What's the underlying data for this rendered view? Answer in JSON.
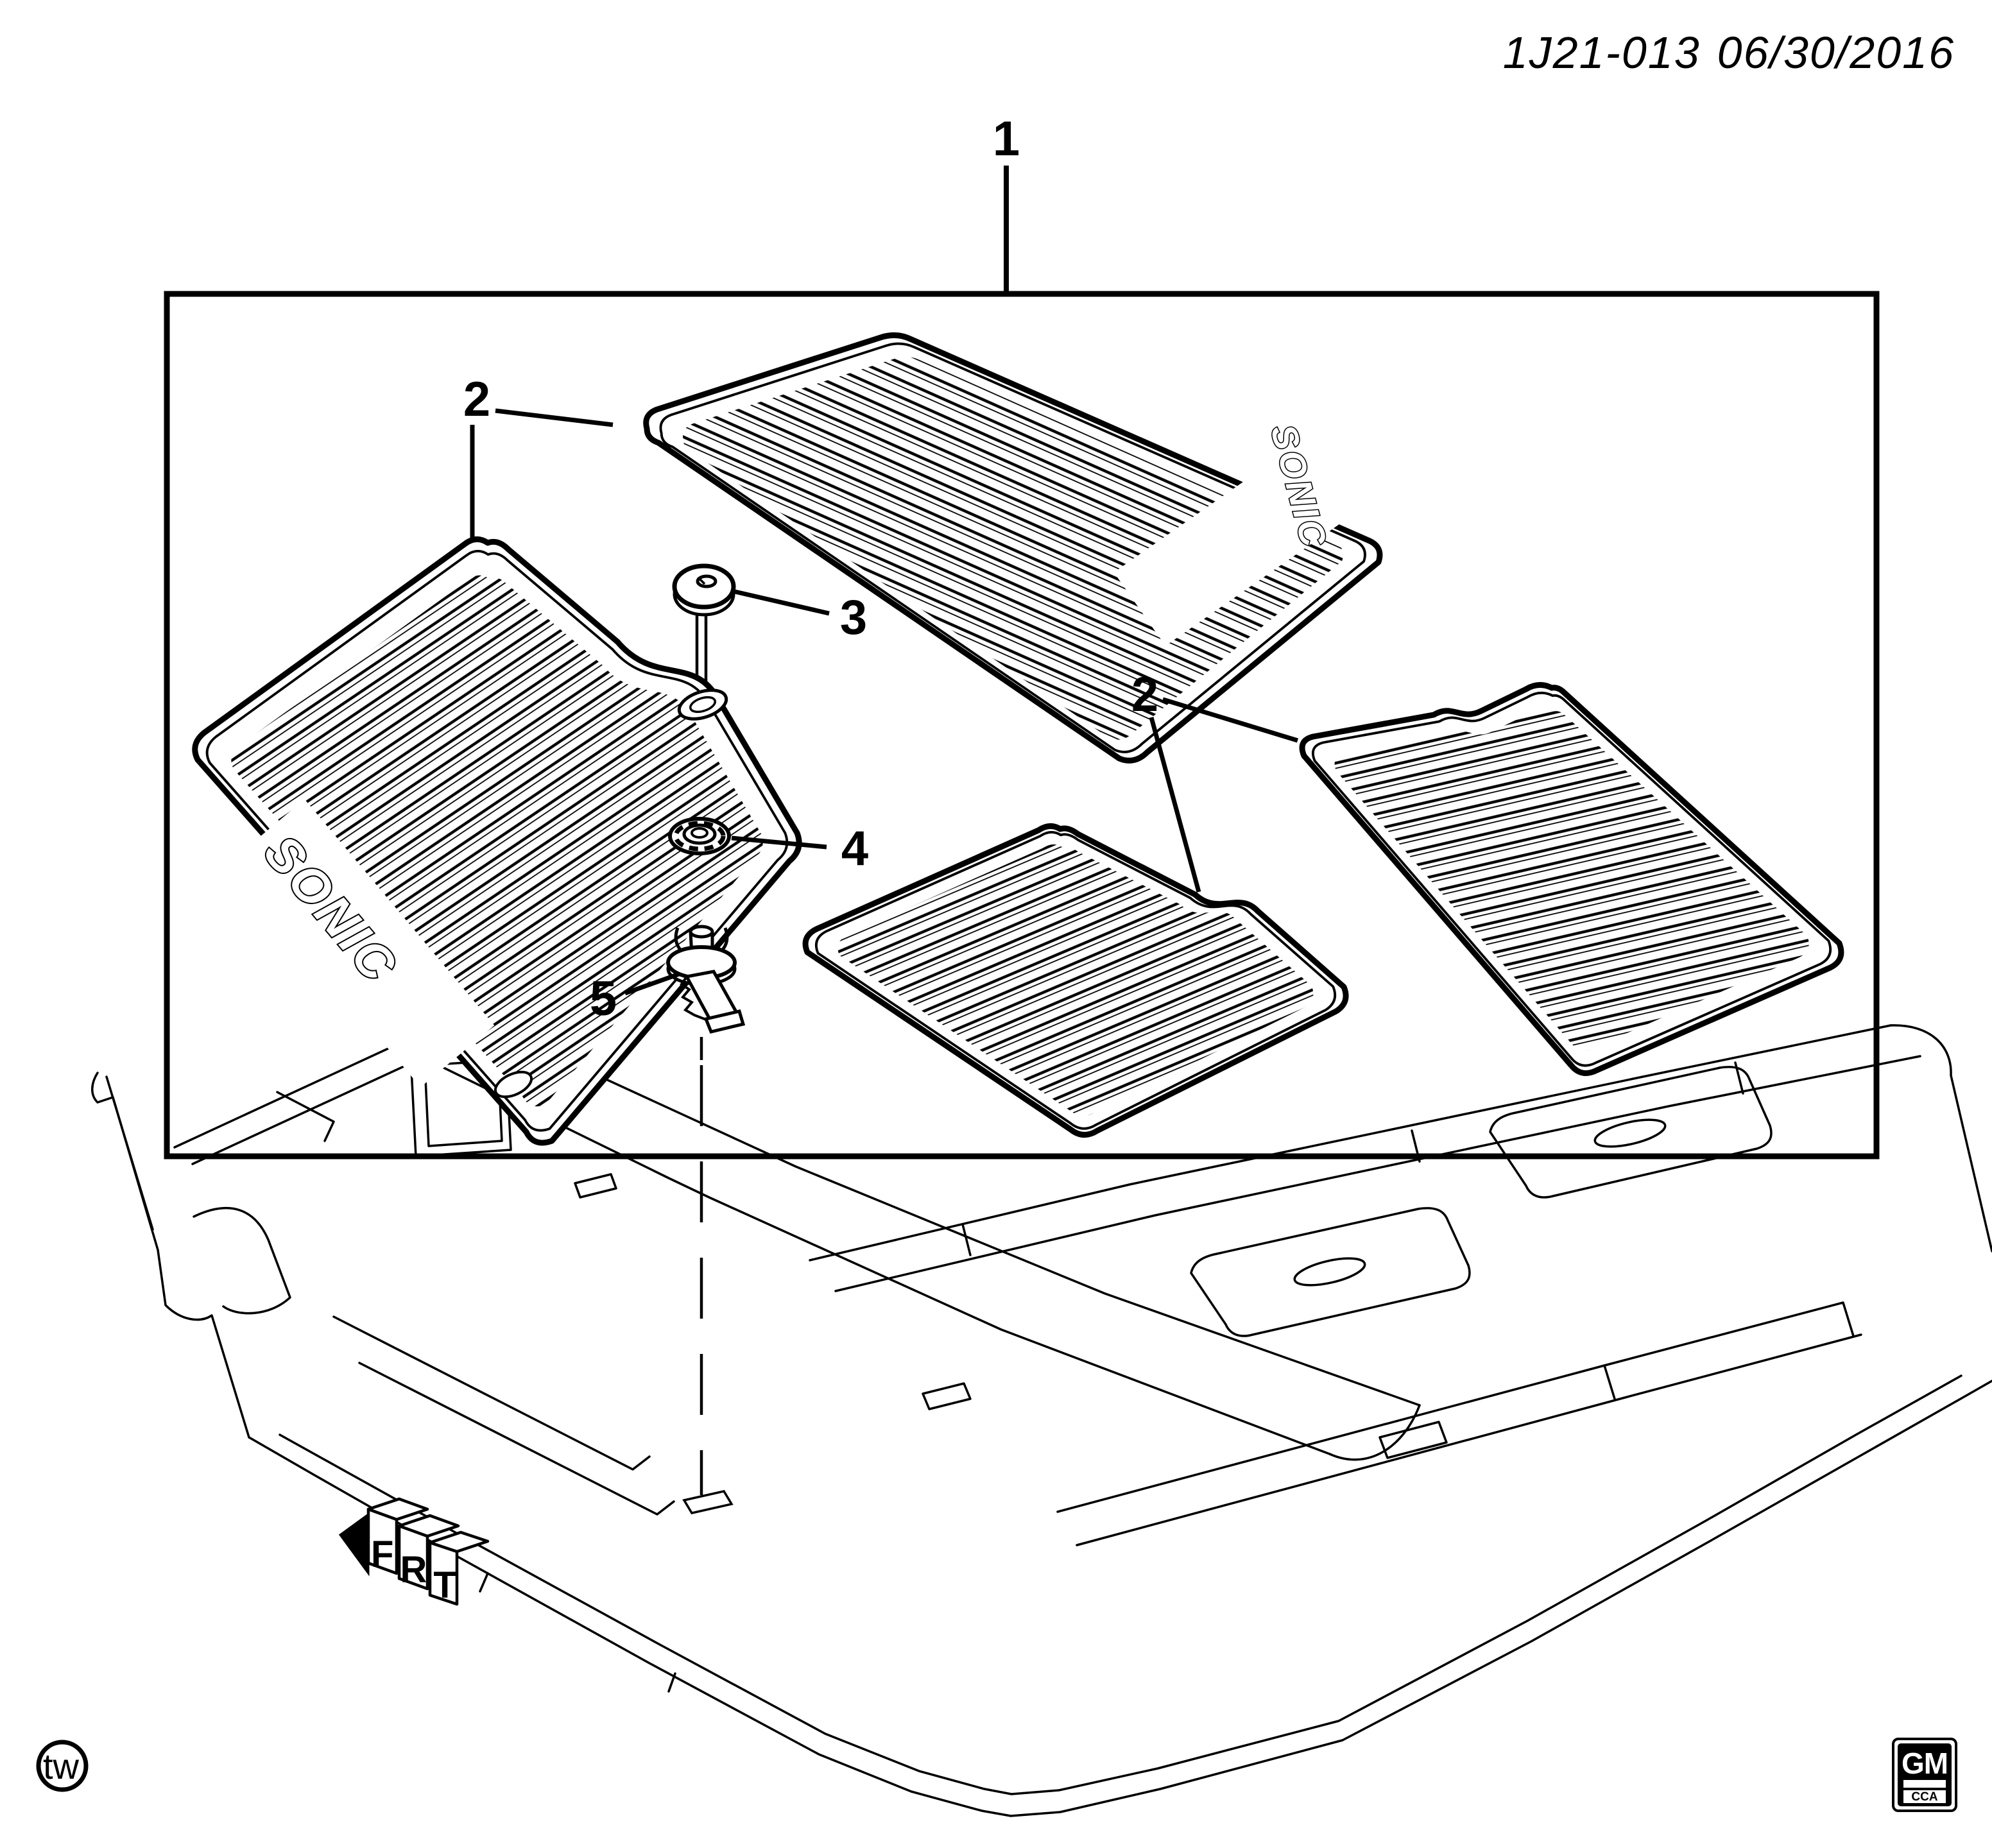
{
  "doc": {
    "drawing_code": "1J21-013",
    "drawing_date": "06/30/2016"
  },
  "callouts": {
    "c1": "1",
    "c2": "2",
    "c3": "3",
    "c4": "4",
    "c5": "5"
  },
  "mats": {
    "brand_text": "SONIC"
  },
  "direction_indicator": {
    "label": "FRT"
  },
  "credits": {
    "artist_mark": "tw"
  },
  "logo": {
    "primary": "GM",
    "secondary": "CCA"
  },
  "colors": {
    "ink": "#000000",
    "paper": "#ffffff"
  }
}
